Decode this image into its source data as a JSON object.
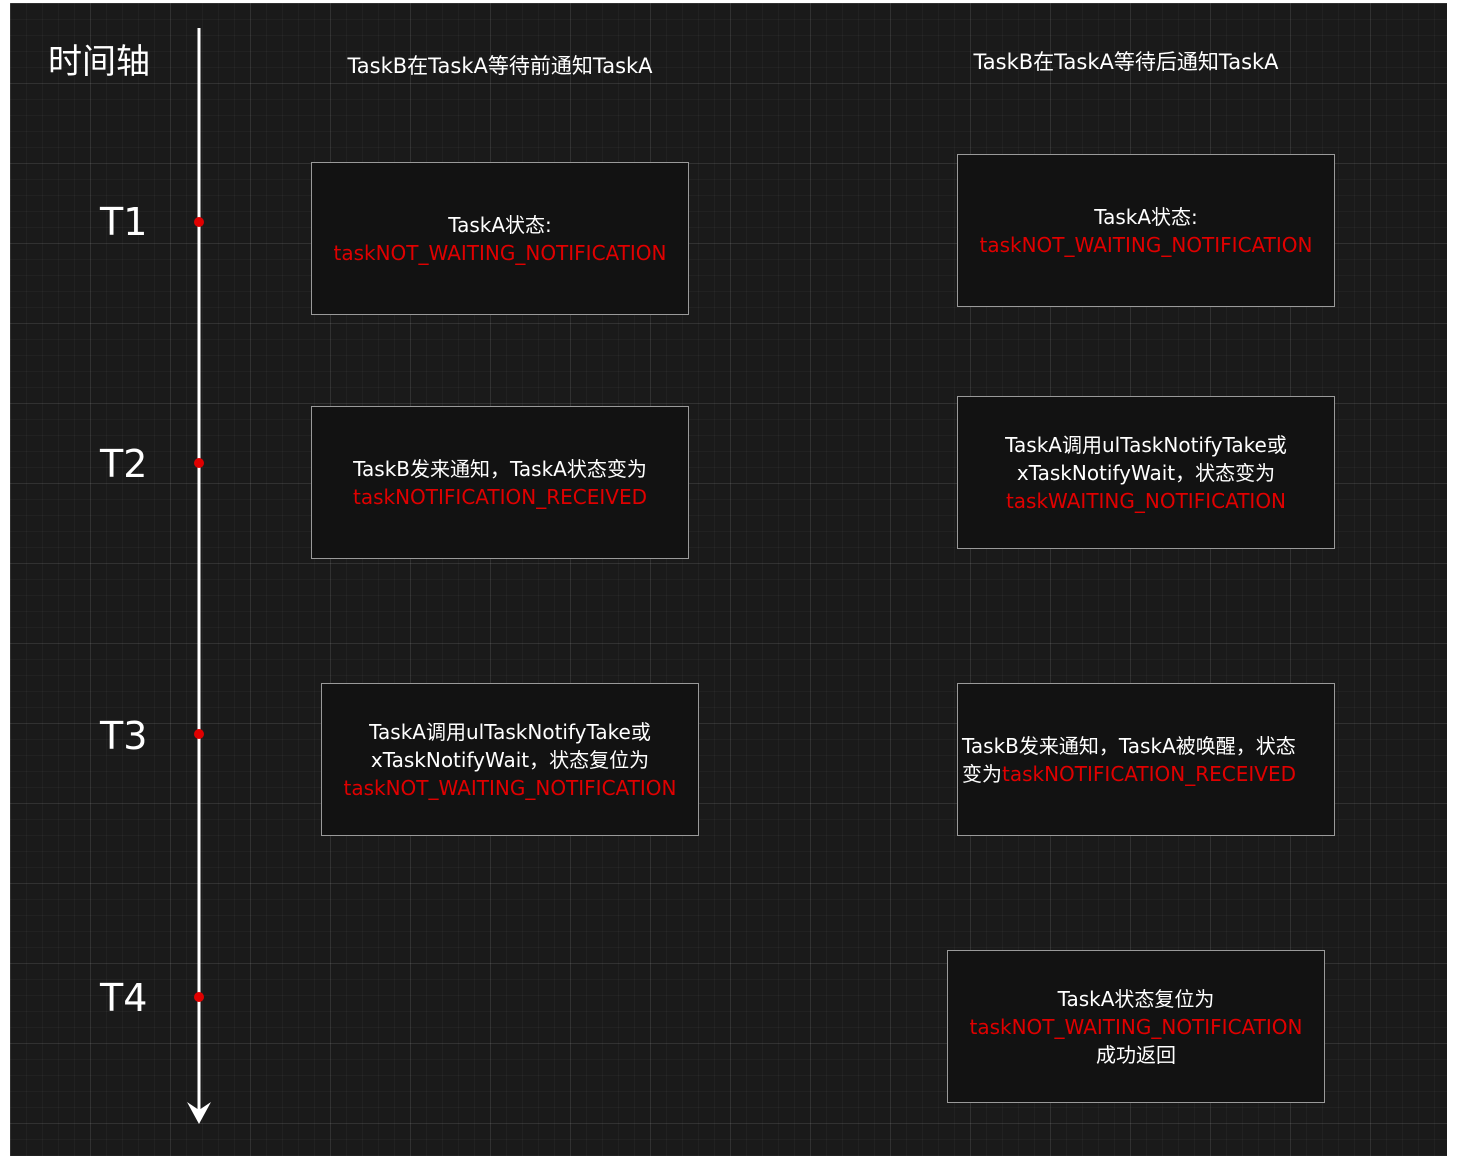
{
  "axis_title": "时间轴",
  "columns": {
    "left_title": "TaskB在TaskA等待前通知TaskA",
    "right_title": "TaskB在TaskA等待后通知TaskA"
  },
  "time_labels": [
    "T1",
    "T2",
    "T3",
    "T4"
  ],
  "boxes": {
    "left_t1": {
      "line1": "TaskA状态:",
      "line2": "taskNOT_WAITING_NOTIFICATION"
    },
    "left_t2": {
      "line1": "TaskB发来通知，TaskA状态变为",
      "line2": "taskNOTIFICATION_RECEIVED"
    },
    "left_t3": {
      "line1": "TaskA调用ulTaskNotifyTake或",
      "line2": "xTaskNotifyWait，状态复位为",
      "line3": "taskNOT_WAITING_NOTIFICATION"
    },
    "right_t1": {
      "line1": "TaskA状态:",
      "line2": "taskNOT_WAITING_NOTIFICATION"
    },
    "right_t2": {
      "line1": "TaskA调用ulTaskNotifyTake或",
      "line2": "xTaskNotifyWait，状态变为",
      "line3": "taskWAITING_NOTIFICATION"
    },
    "right_t3": {
      "line1": "TaskB发来通知，TaskA被唤醒，状态",
      "line2_prefix": "变为",
      "line2_red": "taskNOTIFICATION_RECEIVED"
    },
    "right_t4": {
      "line1": "TaskA状态复位为",
      "line2": "taskNOT_WAITING_NOTIFICATION",
      "line3": "成功返回"
    }
  },
  "colors": {
    "background": "#1a1a1a",
    "text": "#ffffff",
    "highlight": "#e00000",
    "marker": "#e00000",
    "box_border": "#9a9a9a"
  }
}
